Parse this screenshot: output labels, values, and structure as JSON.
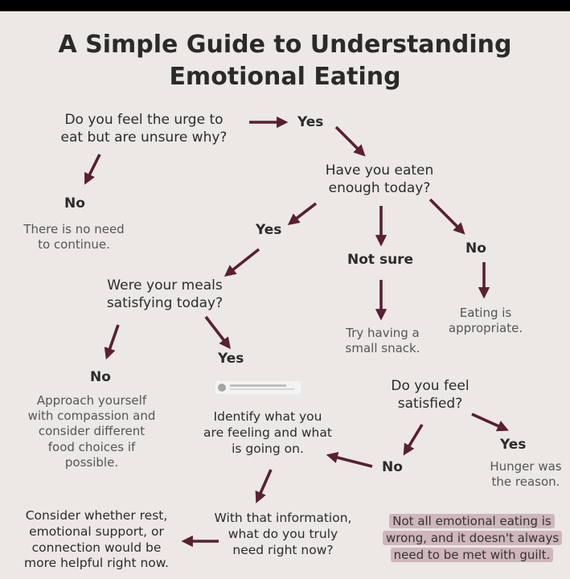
{
  "title": {
    "line1": "A Simple Guide to Understanding",
    "line2": "Emotional Eating"
  },
  "nodes": {
    "q1": [
      "Do you feel the urge to",
      "eat but are unsure why?"
    ],
    "yes1": "Yes",
    "no1": "No",
    "no1_note": [
      "There is no need",
      "to continue."
    ],
    "q2": [
      "Have you eaten",
      "enough today?"
    ],
    "yes2": "Yes",
    "not_sure": "Not sure",
    "no2": "No",
    "snack": [
      "Try having a",
      "small snack."
    ],
    "appropriate": [
      "Eating is",
      "appropriate."
    ],
    "q3": [
      "Were your meals",
      "satisfying today?"
    ],
    "no3": "No",
    "compassion": [
      "Approach yourself",
      "with compassion and",
      "consider different",
      "food choices if",
      "possible."
    ],
    "yes3": "Yes",
    "identify": [
      "Identify what you",
      "are feeling and what",
      "is going on."
    ],
    "q4": [
      "Do you feel",
      "satisfied?"
    ],
    "no4": "No",
    "yes4": "Yes",
    "hunger": [
      "Hunger was",
      "the reason."
    ],
    "need": [
      "With that information,",
      "what do you truly",
      "need right now?"
    ],
    "consider": [
      "Consider whether rest,",
      "emotional support, or",
      "connection would be",
      "more helpful right now."
    ],
    "callout": [
      "Not all emotional eating is",
      "wrong, and it doesn't always",
      "need to be met with guilt."
    ]
  },
  "colors": {
    "arrow": "#5a1f33",
    "highlight": "#cfb6bb",
    "background": "#ebe8e5"
  }
}
